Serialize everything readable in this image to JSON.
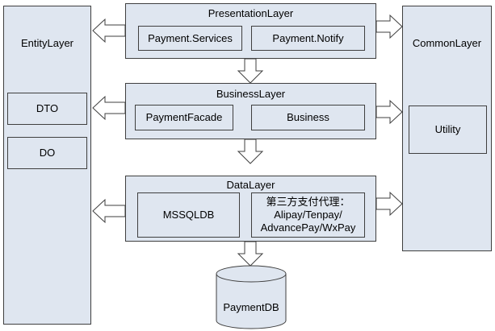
{
  "entity_layer": {
    "title": "EntityLayer",
    "items": [
      "DTO",
      "DO"
    ]
  },
  "common_layer": {
    "title": "CommonLayer",
    "items": [
      "Utility"
    ]
  },
  "presentation_layer": {
    "title": "PresentationLayer",
    "items": [
      "Payment.Services",
      "Payment.Notify"
    ]
  },
  "business_layer": {
    "title": "BusinessLayer",
    "items": [
      "PaymentFacade",
      "Business"
    ]
  },
  "data_layer": {
    "title": "DataLayer",
    "items": [
      "MSSQLDB",
      "第三方支付代理：\nAlipay/Tenpay/\nAdvancePay/WxPay"
    ]
  },
  "database": {
    "label": "PaymentDB"
  },
  "colors": {
    "fill": "#dfe6f0",
    "stroke": "#3f3f3f",
    "arrow_fill": "#ffffff"
  }
}
